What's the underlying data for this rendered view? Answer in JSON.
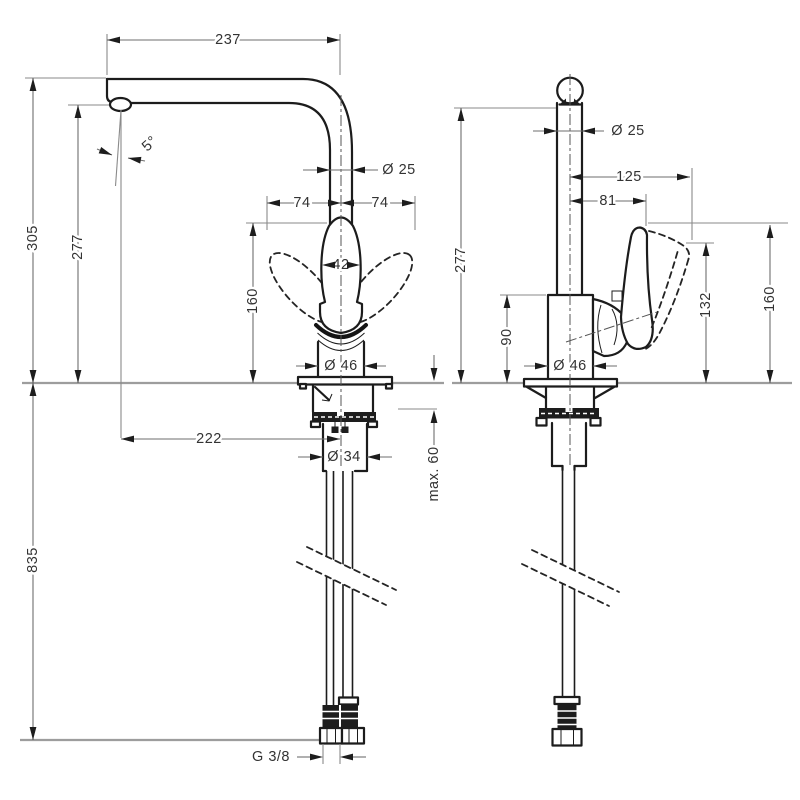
{
  "drawing": {
    "title": "Single-lever kitchen mixer tap - installation dimension drawing, front and side views",
    "units": "mm",
    "views": {
      "front": {
        "spout_reach": "237",
        "spray_angle": "5°",
        "height_total": "305",
        "height_outlet": "277",
        "pipe_diameter": "Ø 25",
        "handle_swing_left": "74",
        "handle_swing_right": "74",
        "handle_width": "42",
        "handle_top_height": "160",
        "body_diameter": "Ø 46",
        "outlet_offset": "222",
        "shank_diameter": "Ø 34",
        "max_counter_thickness": "max. 60",
        "hose_length": "835",
        "connection_thread": "G 3/8"
      },
      "side": {
        "pipe_diameter": "Ø 25",
        "handle_reach": "125",
        "handle_pivot_offset": "81",
        "height_outlet": "277",
        "body_height": "90",
        "handle_tip_height": "132",
        "handle_top_height": "160",
        "body_diameter": "Ø 46"
      }
    },
    "colors": {
      "outline": "#1c1c1c",
      "dimension_lines": "#6e6e6e",
      "counter_reference": "#9d9d9d",
      "text": "#333333",
      "background": "#ffffff"
    }
  }
}
